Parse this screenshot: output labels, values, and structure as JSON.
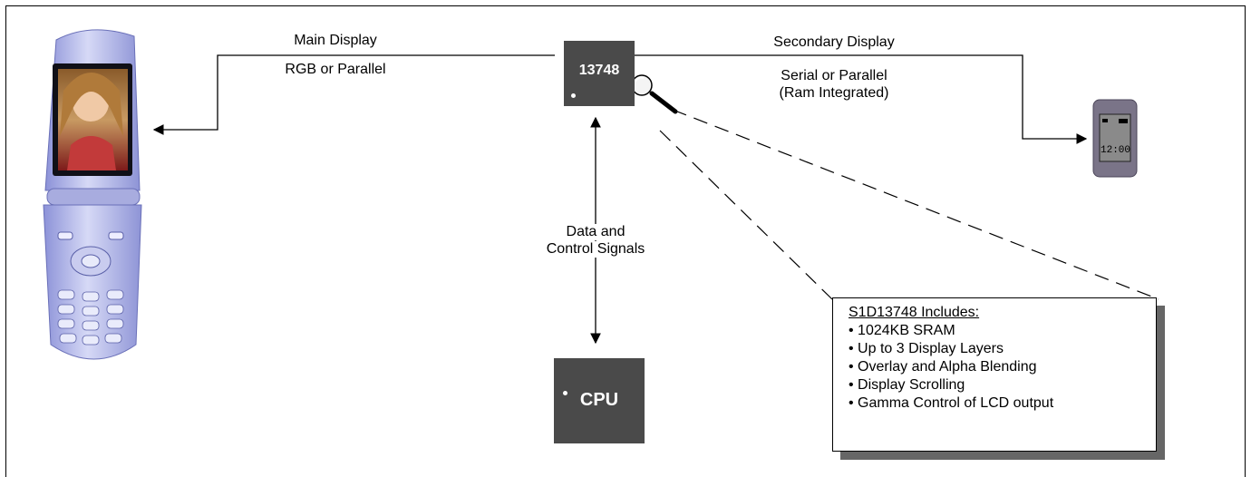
{
  "chip": {
    "label": "13748"
  },
  "cpu": {
    "label": "CPU"
  },
  "main_display": {
    "title": "Main Display",
    "subtitle": "RGB or Parallel"
  },
  "secondary_display": {
    "title": "Secondary Display",
    "line1": "Serial or Parallel",
    "line2": "(Ram Integrated)",
    "clock": "12:00"
  },
  "bus": {
    "line1": "Data and",
    "line2": "Control Signals"
  },
  "includes": {
    "title": "S1D13748 Includes:",
    "items": [
      "1024KB SRAM",
      "Up to 3 Display Layers",
      "Overlay and Alpha Blending",
      "Display Scrolling",
      "Gamma Control of LCD output"
    ]
  }
}
